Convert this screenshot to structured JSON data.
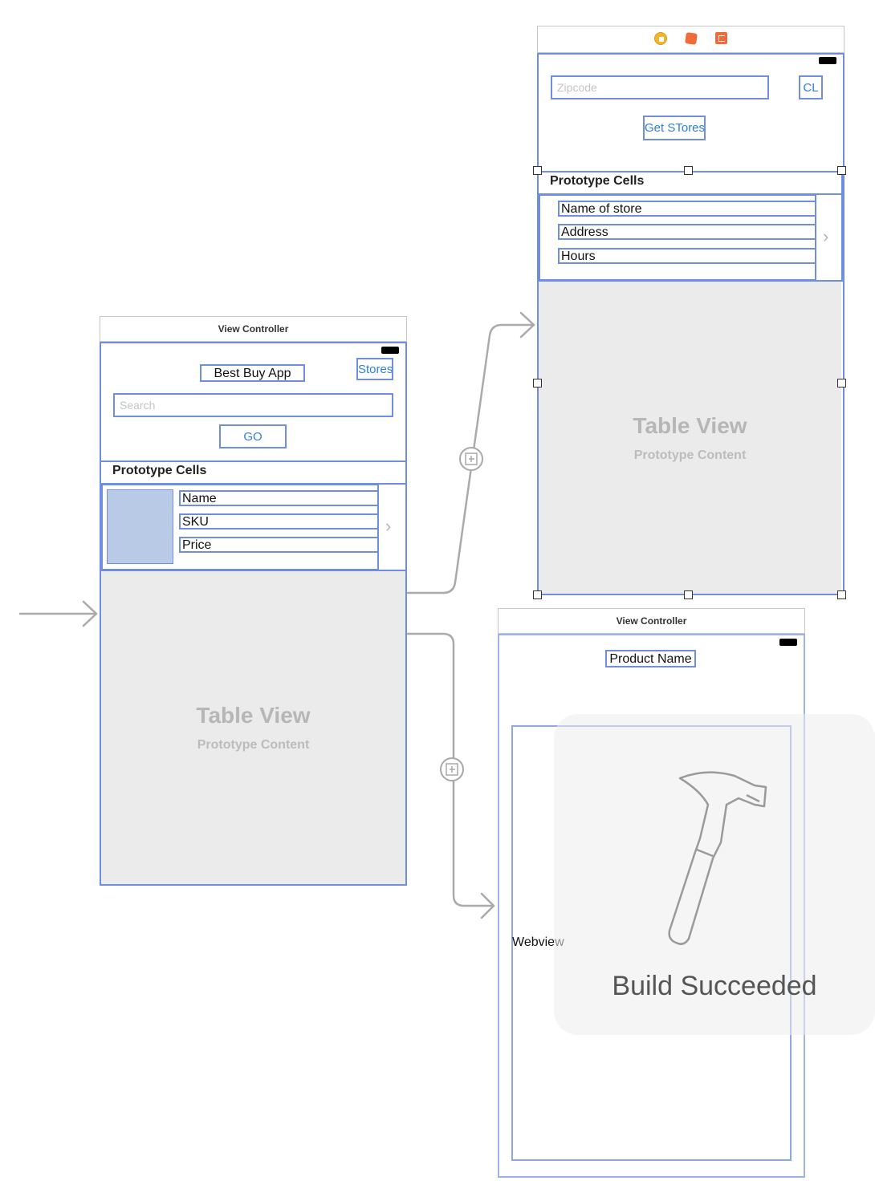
{
  "scene1": {
    "header": "View Controller",
    "title_label": "Best Buy App",
    "stores_button": "Stores",
    "search_placeholder": "Search",
    "go_button": "GO",
    "prototype_header": "Prototype Cells",
    "cell_labels": [
      "Name",
      "SKU",
      "Price"
    ],
    "table_title": "Table View",
    "table_subtitle": "Prototype Content"
  },
  "scene2": {
    "dock_icons": [
      "view-controller-icon",
      "first-responder-icon",
      "exit-icon"
    ],
    "zipcode_placeholder": "Zipcode",
    "cl_button": "CL",
    "get_stores_button": "Get STores",
    "prototype_header": "Prototype Cells",
    "cell_labels": [
      "Name of store",
      "Address",
      "Hours"
    ],
    "table_title": "Table View",
    "table_subtitle": "Prototype Content"
  },
  "scene3": {
    "header": "View Controller",
    "product_label": "Product Name",
    "webview_label": "Webview"
  },
  "hud": {
    "icon": "hammer-icon",
    "message": "Build Succeeded"
  },
  "colors": {
    "selection_blue": "#6f8ee0",
    "button_blue": "#2d7fe0",
    "table_gray": "#ebebeb"
  }
}
